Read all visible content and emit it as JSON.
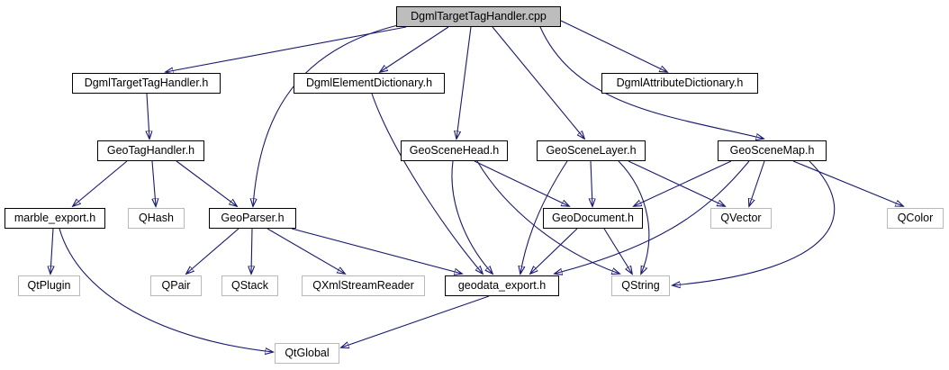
{
  "diagram": {
    "kind": "include-dependency-graph",
    "root_label": "DgmlTargetTagHandler.cpp",
    "colors": {
      "edge": "#191970",
      "main_node_fill": "#bdbdbd",
      "internal_node_border": "#000000",
      "external_node_border": "#b9b9b9",
      "background": "#ffffff"
    },
    "nodes": [
      {
        "id": "cpp",
        "label": "DgmlTargetTagHandler.cpp",
        "kind": "main"
      },
      {
        "id": "dgml-target-h",
        "label": "DgmlTargetTagHandler.h",
        "kind": "internal"
      },
      {
        "id": "dgml-elem",
        "label": "DgmlElementDictionary.h",
        "kind": "internal"
      },
      {
        "id": "dgml-attr",
        "label": "DgmlAttributeDictionary.h",
        "kind": "internal"
      },
      {
        "id": "geo-tag",
        "label": "GeoTagHandler.h",
        "kind": "internal"
      },
      {
        "id": "scene-head",
        "label": "GeoSceneHead.h",
        "kind": "internal"
      },
      {
        "id": "scene-layer",
        "label": "GeoSceneLayer.h",
        "kind": "internal"
      },
      {
        "id": "scene-map",
        "label": "GeoSceneMap.h",
        "kind": "internal"
      },
      {
        "id": "marble-export",
        "label": "marble_export.h",
        "kind": "internal"
      },
      {
        "id": "qhash",
        "label": "QHash",
        "kind": "external"
      },
      {
        "id": "geo-parser",
        "label": "GeoParser.h",
        "kind": "internal"
      },
      {
        "id": "geo-document",
        "label": "GeoDocument.h",
        "kind": "internal"
      },
      {
        "id": "qvector",
        "label": "QVector",
        "kind": "external"
      },
      {
        "id": "qcolor",
        "label": "QColor",
        "kind": "external"
      },
      {
        "id": "qtplugin",
        "label": "QtPlugin",
        "kind": "external"
      },
      {
        "id": "qpair",
        "label": "QPair",
        "kind": "external"
      },
      {
        "id": "qstack",
        "label": "QStack",
        "kind": "external"
      },
      {
        "id": "qxml",
        "label": "QXmlStreamReader",
        "kind": "external"
      },
      {
        "id": "geodata-export",
        "label": "geodata_export.h",
        "kind": "internal"
      },
      {
        "id": "qstring",
        "label": "QString",
        "kind": "external"
      },
      {
        "id": "qtglobal",
        "label": "QtGlobal",
        "kind": "external"
      }
    ],
    "edges": [
      {
        "from": "cpp",
        "to": "dgml-target-h"
      },
      {
        "from": "cpp",
        "to": "dgml-elem"
      },
      {
        "from": "cpp",
        "to": "dgml-attr"
      },
      {
        "from": "cpp",
        "to": "scene-head"
      },
      {
        "from": "cpp",
        "to": "scene-layer"
      },
      {
        "from": "cpp",
        "to": "scene-map"
      },
      {
        "from": "cpp",
        "to": "geo-parser"
      },
      {
        "from": "dgml-target-h",
        "to": "geo-tag"
      },
      {
        "from": "dgml-elem",
        "to": "geodata-export"
      },
      {
        "from": "geo-tag",
        "to": "marble-export"
      },
      {
        "from": "geo-tag",
        "to": "qhash"
      },
      {
        "from": "geo-tag",
        "to": "geo-parser"
      },
      {
        "from": "geo-parser",
        "to": "qpair"
      },
      {
        "from": "geo-parser",
        "to": "qstack"
      },
      {
        "from": "geo-parser",
        "to": "qxml"
      },
      {
        "from": "geo-parser",
        "to": "geodata-export"
      },
      {
        "from": "marble-export",
        "to": "qtplugin"
      },
      {
        "from": "marble-export",
        "to": "qtglobal"
      },
      {
        "from": "scene-head",
        "to": "geo-document"
      },
      {
        "from": "scene-head",
        "to": "geodata-export"
      },
      {
        "from": "scene-head",
        "to": "qstring"
      },
      {
        "from": "scene-layer",
        "to": "geo-document"
      },
      {
        "from": "scene-layer",
        "to": "geodata-export"
      },
      {
        "from": "scene-layer",
        "to": "qstring"
      },
      {
        "from": "scene-layer",
        "to": "qvector"
      },
      {
        "from": "scene-map",
        "to": "geo-document"
      },
      {
        "from": "scene-map",
        "to": "qvector"
      },
      {
        "from": "scene-map",
        "to": "qcolor"
      },
      {
        "from": "scene-map",
        "to": "qstring"
      },
      {
        "from": "scene-map",
        "to": "geodata-export"
      },
      {
        "from": "geo-document",
        "to": "geodata-export"
      },
      {
        "from": "geo-document",
        "to": "qstring"
      },
      {
        "from": "geodata-export",
        "to": "qtglobal"
      }
    ]
  }
}
